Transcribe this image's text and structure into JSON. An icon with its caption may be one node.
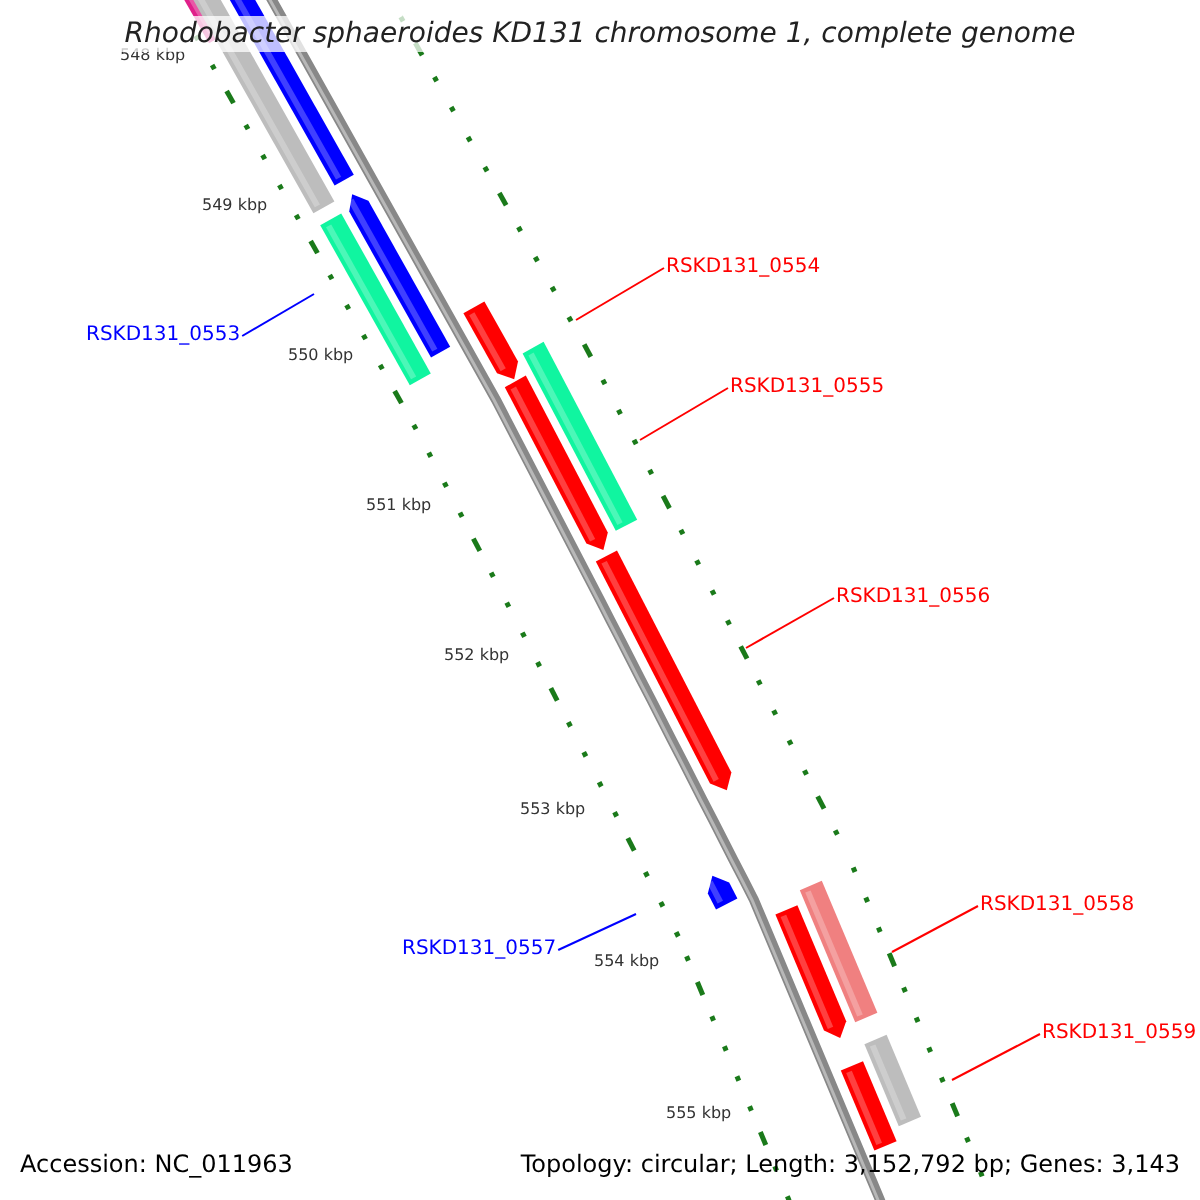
{
  "diagram": {
    "title": "Rhodobacter sphaeroides KD131 chromosome 1, complete genome",
    "nodes": [
      {
        "text": [
          "RSKD131_0554"
        ]
      },
      {
        "text": [
          "RSKD131_0553"
        ]
      },
      {
        "text": [
          "RSKD131_0555"
        ]
      },
      {
        "text": [
          "RSKD131_0556"
        ]
      },
      {
        "text": [
          "RSKD131_0558"
        ]
      },
      {
        "text": [
          "RSKD131_0557"
        ]
      },
      {
        "text": [
          "RSKD131_0559"
        ]
      }
    ],
    "edges": [
      {
        "from": 0,
        "to": null,
        "arrow": "none"
      },
      {
        "from": 1,
        "to": null,
        "arrow": "none",
        "color": "#0000ff"
      },
      {
        "from": 2,
        "to": null,
        "arrow": "none"
      },
      {
        "from": 3,
        "to": null,
        "arrow": "none"
      },
      {
        "from": 4,
        "to": null,
        "arrow": "none"
      },
      {
        "from": 5,
        "to": null,
        "arrow": "none",
        "color": "#0000ff"
      },
      {
        "from": 6,
        "to": null,
        "arrow": "none"
      }
    ],
    "labels": [
      "548 kbp",
      "549 kbp",
      "550 kbp",
      "551 kbp",
      "552 kbp",
      "553 kbp",
      "554 kbp",
      "555 kbp",
      "Accession: NC_011963",
      "Topology: circular; Length: 3,152,792 bp; Genes: 3,143"
    ]
  }
}
